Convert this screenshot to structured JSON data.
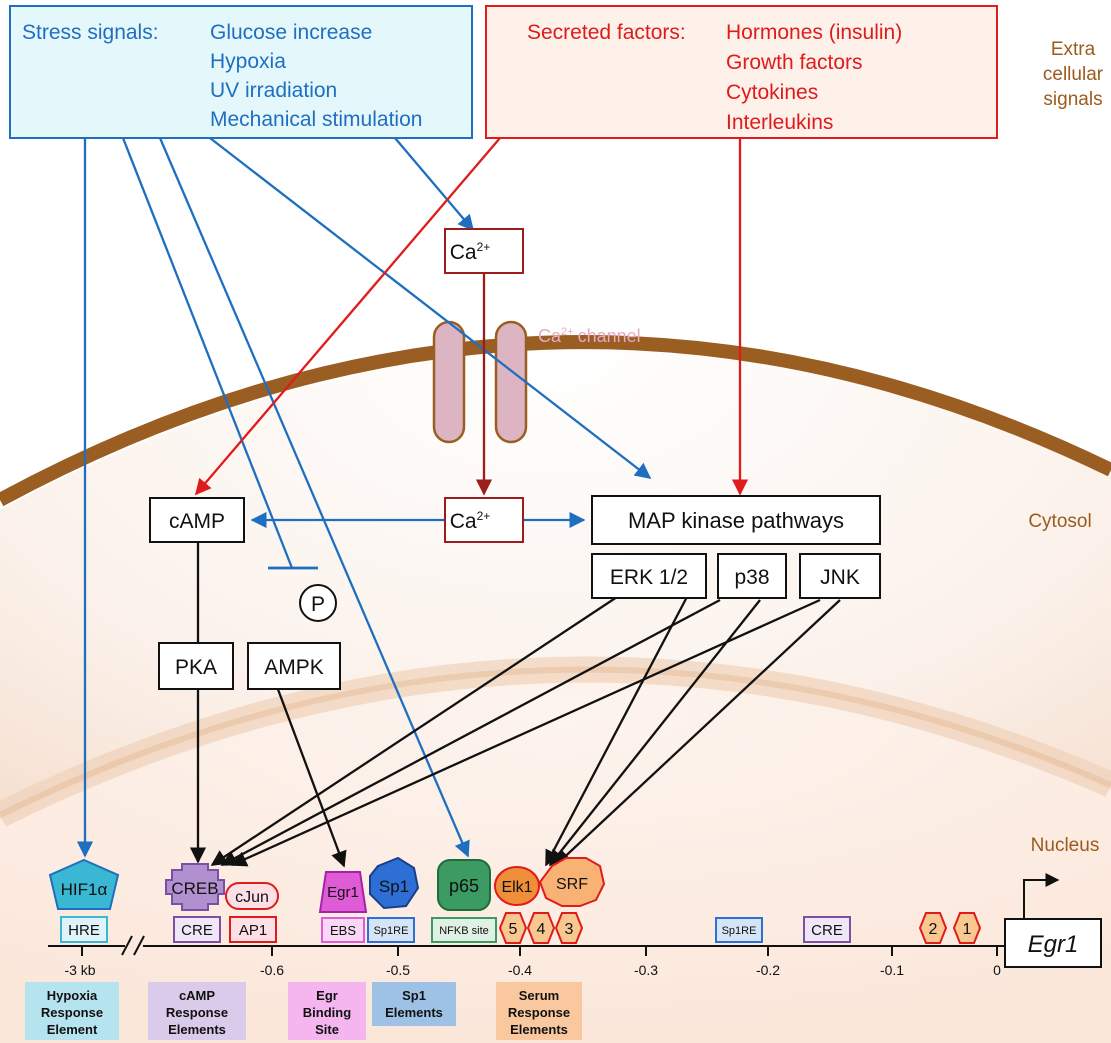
{
  "extracellular": {
    "stress": {
      "title": "Stress signals:",
      "items": [
        "Glucose increase",
        "Hypoxia",
        "UV irradiation",
        "Mechanical stimulation"
      ]
    },
    "secreted": {
      "title": "Secreted factors",
      "colon": ":",
      "items": [
        "Hormones (insulin)",
        "Growth factors",
        "Cytokines",
        "Interleukins"
      ]
    },
    "label_lines": [
      "Extra",
      "cellular",
      "signals"
    ]
  },
  "compartments": {
    "cytosol": "Cytosol",
    "nucleus": "Nucleus"
  },
  "calcium": {
    "base": "Ca",
    "sup": "2+",
    "channel_label": "channel"
  },
  "nodes": {
    "camp": "cAMP",
    "map_kinase": "MAP kinase pathways",
    "erk": "ERK 1/2",
    "p38": "p38",
    "jnk": "JNK",
    "pka": "PKA",
    "ampk": "AMPK",
    "phospho": "P"
  },
  "factors": {
    "hif1a": "HIF1α",
    "creb": "CREB",
    "cjun": "cJun",
    "egr1": "Egr1",
    "sp1": "Sp1",
    "p65": "p65",
    "elk1": "Elk1",
    "srf": "SRF"
  },
  "sites": {
    "hre": "HRE",
    "cre": "CRE",
    "ap1": "AP1",
    "ebs": "EBS",
    "sp1re": "Sp1RE",
    "nfkb": "NFKB site",
    "sre5": "5",
    "sre4": "4",
    "sre3": "3",
    "sp1re2": "Sp1RE",
    "cre2": "CRE",
    "sre2": "2",
    "sre1": "1"
  },
  "gene": "Egr1",
  "axis_ticks": [
    "-3 kb",
    "-0.6",
    "-0.5",
    "-0.4",
    "-0.3",
    "-0.2",
    "-0.1",
    "0"
  ],
  "element_boxes": {
    "hypoxia": [
      "Hypoxia",
      "Response",
      "Element"
    ],
    "camp": [
      "cAMP",
      "Response",
      "Elements"
    ],
    "egr": [
      "Egr",
      "Binding",
      "Site"
    ],
    "sp1": [
      "Sp1",
      "Elements"
    ],
    "serum": [
      "Serum",
      "Response",
      "Elements"
    ]
  },
  "colors": {
    "stress_blue": "#1f6fc1",
    "secreted_red": "#e01b1b",
    "brown": "#9b5b1c",
    "membrane": "#9b5e22",
    "channel_fill": "#dcb4c2",
    "hif1a": "#3ab7d2",
    "creb": "#b190cf",
    "egr1": "#e05bd6",
    "sp1": "#2e6fd6",
    "p65": "#3c9a63",
    "elk1": "#f08f3a",
    "srf": "#f8b274"
  }
}
